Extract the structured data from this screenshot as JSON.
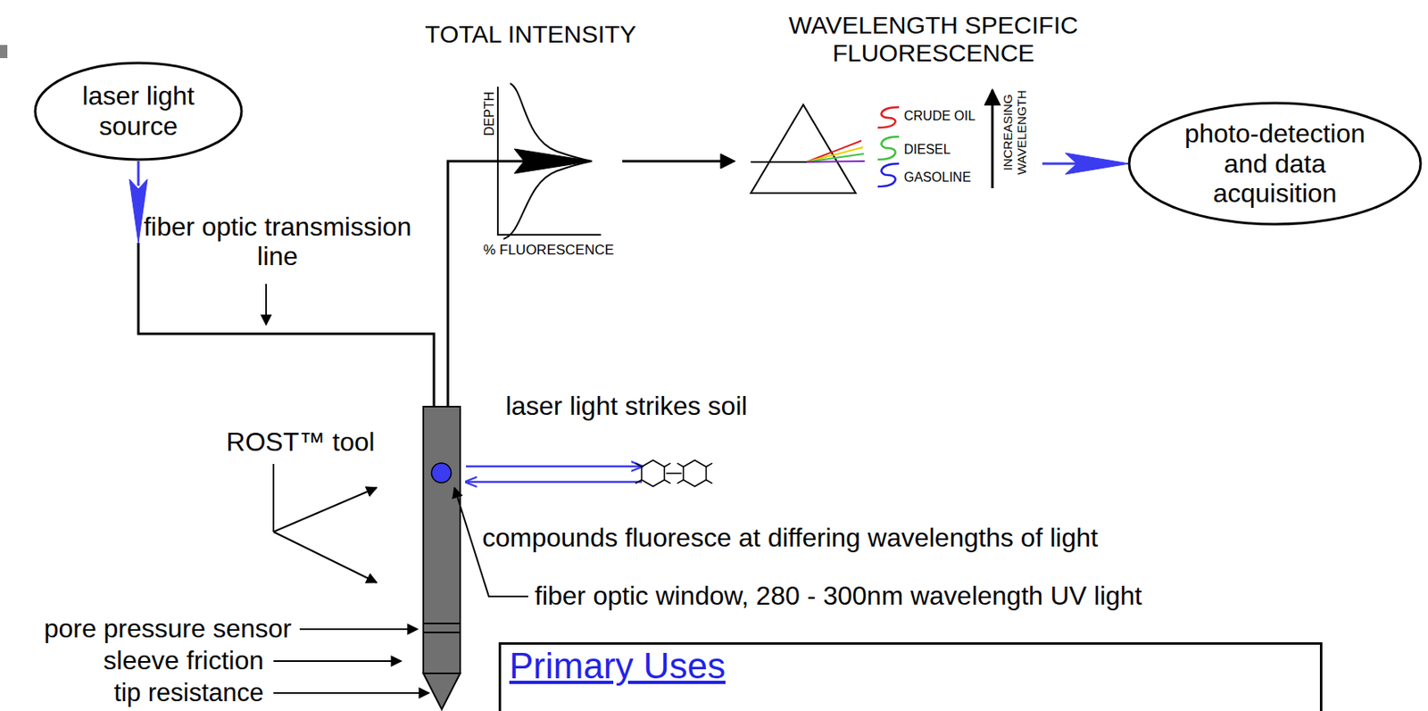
{
  "diagram": {
    "nodes": [
      {
        "text": [
          "laser light source"
        ]
      },
      {
        "text": [
          "photo-detection and data acquisition"
        ]
      },
      {
        "text": [
          "Primary Uses"
        ]
      }
    ],
    "edges": [
      {
        "from": 0,
        "to": 1,
        "arrow": "to"
      }
    ],
    "labels": [
      "TOTAL INTENSITY",
      "WAVELENGTH SPECIFIC FLUORESCENCE",
      "DEPTH",
      "% FLUORESCENCE",
      "CRUDE OIL",
      "DIESEL",
      "GASOLINE",
      "INCREASING WAVELENGTH",
      "fiber optic transmission line",
      "laser light strikes soil",
      "ROST™ tool",
      "compounds fluoresce at differing wavelengths of light",
      "fiber optic window, 280 - 300nm wavelength UV light",
      "pore pressure sensor",
      "sleeve friction",
      "tip resistance"
    ]
  }
}
